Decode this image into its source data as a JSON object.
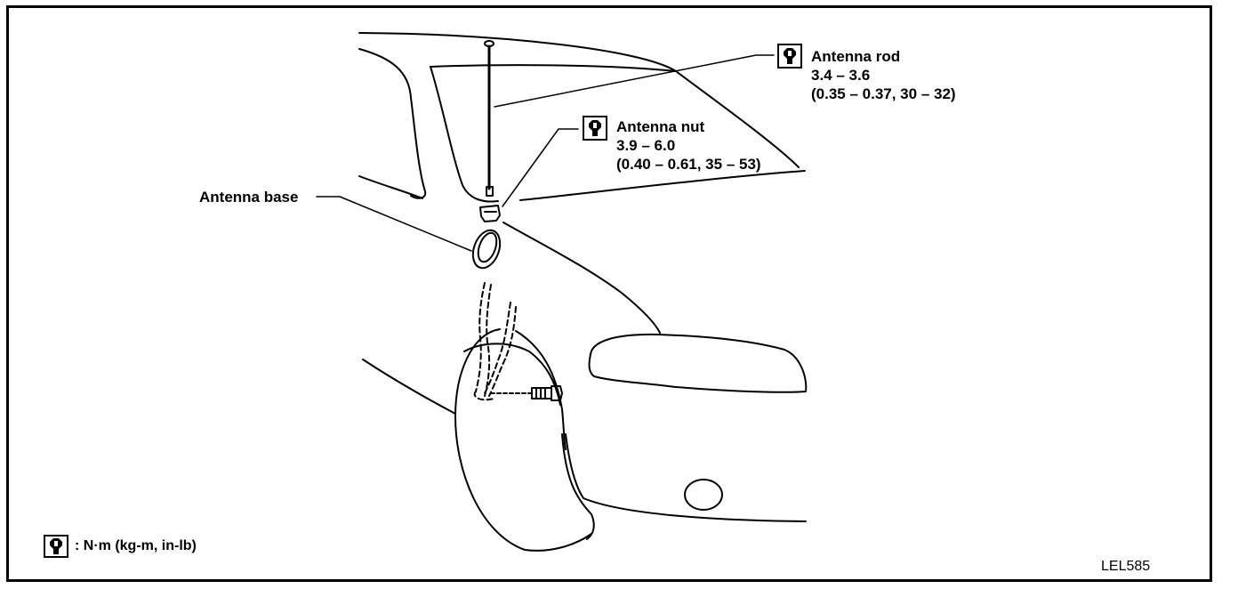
{
  "callouts": {
    "antenna_rod": {
      "name": "Antenna rod",
      "torque": "3.4 – 3.6",
      "conversions": "(0.35 – 0.37, 30 – 32)"
    },
    "antenna_nut": {
      "name": "Antenna nut",
      "torque": "3.9 – 6.0",
      "conversions": "(0.40 – 0.61, 35 – 53)"
    },
    "antenna_base": {
      "name": "Antenna base"
    }
  },
  "legend": {
    "text": ": N·m (kg-m, in-lb)",
    "icon": "torque-wrench-icon"
  },
  "figure_id": "LEL585"
}
